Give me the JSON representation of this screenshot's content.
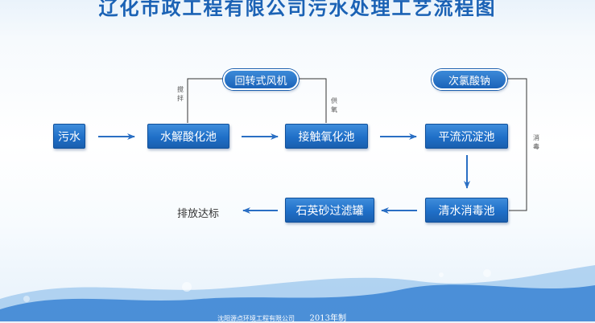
{
  "title": "辽化市政工程有限公司污水处理工艺流程图",
  "nodes": {
    "wushui": "污水",
    "shuijie": "水解酸化池",
    "jiechu": "接触氧化池",
    "pingliu": "平流沉淀池",
    "qingshui": "清水消毒池",
    "shiying": "石英砂过滤罐",
    "paifang": "排放达标",
    "fengji": "回转式风机",
    "cilvsuan": "次氯酸钠"
  },
  "edge_labels": {
    "jiaoban": "搅拌",
    "gongyang": "供氧",
    "xiaodu": "消毒"
  },
  "footer": {
    "company": "沈阳源点环境工程有限公司",
    "year": "2013年制"
  },
  "colors": {
    "box": "#1f6fc8",
    "arrow": "#2a6fc4",
    "title": "#1b62b5"
  }
}
